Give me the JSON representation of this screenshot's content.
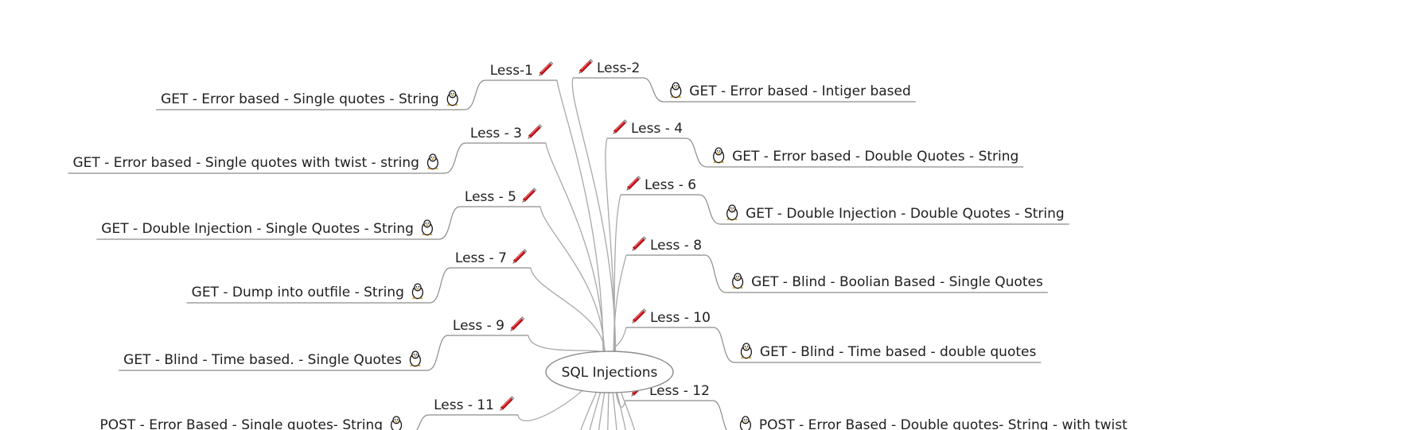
{
  "root": {
    "label": "SQL Injections"
  },
  "lessons": [
    {
      "side": "left",
      "lesson": "Less-1",
      "topic": "GET - Error based - Single quotes - String",
      "lesson_icon": "pencil-icon",
      "topic_icon": "linux-penguin-icon"
    },
    {
      "side": "right",
      "lesson": "Less-2",
      "topic": "GET - Error based - Intiger based",
      "lesson_icon": "pencil-icon",
      "topic_icon": "linux-penguin-icon"
    },
    {
      "side": "left",
      "lesson": "Less - 3",
      "topic": "GET - Error based - Single quotes with twist - string",
      "lesson_icon": "pencil-icon",
      "topic_icon": "linux-penguin-icon"
    },
    {
      "side": "right",
      "lesson": "Less - 4",
      "topic": "GET - Error based - Double Quotes - String",
      "lesson_icon": "pencil-icon",
      "topic_icon": "linux-penguin-icon"
    },
    {
      "side": "left",
      "lesson": "Less - 5",
      "topic": "GET - Double Injection - Single Quotes - String",
      "lesson_icon": "pencil-icon",
      "topic_icon": "linux-penguin-icon"
    },
    {
      "side": "right",
      "lesson": "Less - 6",
      "topic": "GET - Double Injection - Double Quotes - String",
      "lesson_icon": "pencil-icon",
      "topic_icon": "linux-penguin-icon"
    },
    {
      "side": "left",
      "lesson": "Less - 7",
      "topic": "GET - Dump into outfile - String",
      "lesson_icon": "pencil-icon",
      "topic_icon": "linux-penguin-icon"
    },
    {
      "side": "right",
      "lesson": "Less - 8",
      "topic": "GET - Blind - Boolian Based - Single Quotes",
      "lesson_icon": "pencil-icon",
      "topic_icon": "linux-penguin-icon"
    },
    {
      "side": "left",
      "lesson": "Less - 9",
      "topic": "GET - Blind - Time based. -  Single Quotes",
      "lesson_icon": "pencil-icon",
      "topic_icon": "linux-penguin-icon"
    },
    {
      "side": "right",
      "lesson": "Less - 10",
      "topic": "GET - Blind - Time based - double quotes",
      "lesson_icon": "pencil-icon",
      "topic_icon": "linux-penguin-icon"
    },
    {
      "side": "left",
      "lesson": "Less - 11",
      "topic": "POST - Error Based - Single quotes- String",
      "lesson_icon": "pencil-icon",
      "topic_icon": "linux-penguin-icon"
    },
    {
      "side": "right",
      "lesson": "Less - 12",
      "topic": "POST - Error Based - Double quotes- String - with twist",
      "lesson_icon": "pencil-icon",
      "topic_icon": "linux-penguin-icon"
    }
  ]
}
